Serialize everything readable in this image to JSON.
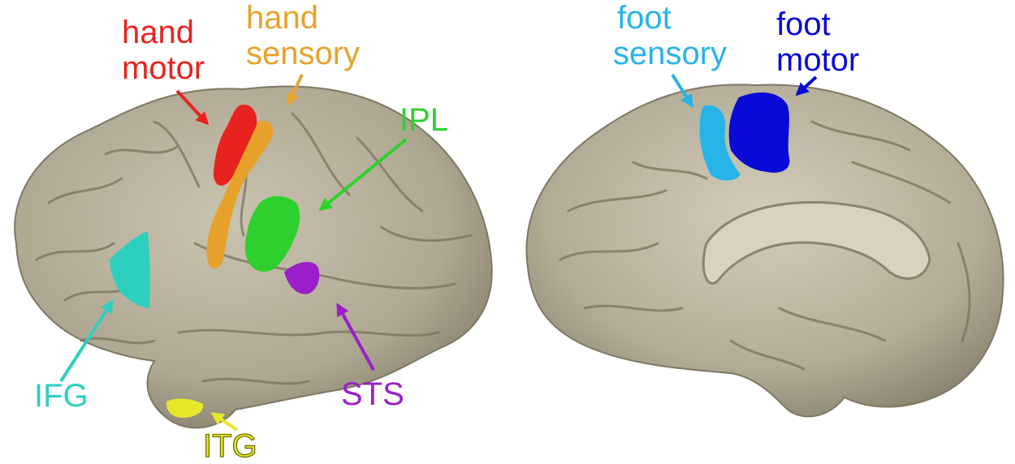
{
  "labels": {
    "hand_motor": {
      "line1": "hand",
      "line2": "motor"
    },
    "hand_sensory": {
      "line1": "hand",
      "line2": "sensory"
    },
    "ipl": "IPL",
    "ifg": "IFG",
    "sts": "STS",
    "itg": "ITG",
    "foot_sensory": {
      "line1": "foot",
      "line2": "sensory"
    },
    "foot_motor": {
      "line1": "foot",
      "line2": "motor"
    }
  },
  "colors": {
    "hand_motor": "#e8231f",
    "hand_sensory": "#e8a22b",
    "ipl": "#2ed12e",
    "ifg": "#2fcfc0",
    "sts": "#9b1fc9",
    "itg": "#e6e62a",
    "foot_sensory": "#27b4e8",
    "foot_motor": "#0a0ad6",
    "cortex": "#b3ad99",
    "cortex_shadow": "#8c8672"
  }
}
